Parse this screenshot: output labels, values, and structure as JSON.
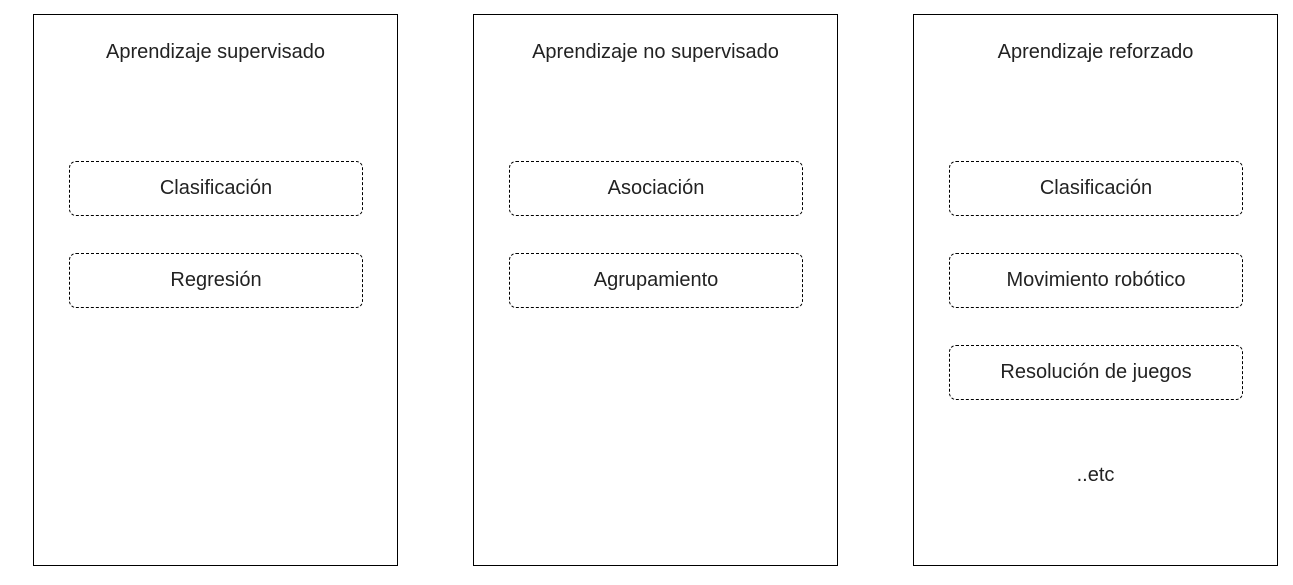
{
  "panels": [
    {
      "title": "Aprendizaje supervisado",
      "items": [
        "Clasificación",
        "Regresión"
      ]
    },
    {
      "title": "Aprendizaje no supervisado",
      "items": [
        "Asociación",
        "Agrupamiento"
      ]
    },
    {
      "title": "Aprendizaje reforzado",
      "items": [
        "Clasificación",
        "Movimiento robótico",
        "Resolución de juegos"
      ],
      "extra": "..etc"
    }
  ]
}
